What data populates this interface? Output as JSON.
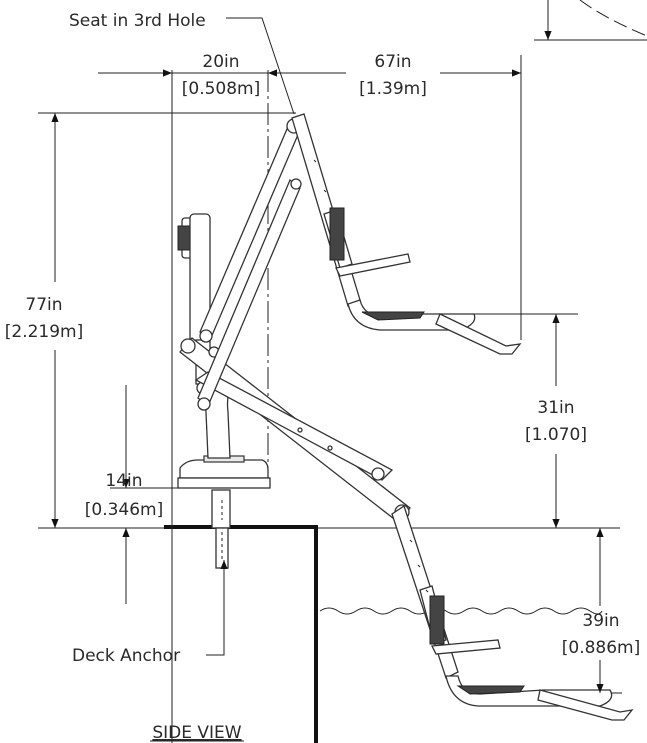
{
  "labels": {
    "seat_hole": "Seat in 3rd Hole",
    "deck_anchor": "Deck Anchor",
    "view_title": "SIDE VIEW"
  },
  "dimensions": {
    "offset_width": {
      "imperial": "20in",
      "metric": "[0.508m]"
    },
    "reach": {
      "imperial": "67in",
      "metric": "[1.39m]"
    },
    "overall_height": {
      "imperial": "77in",
      "metric": "[2.219m]"
    },
    "seat_above_deck": {
      "imperial": "31in",
      "metric": "[1.070]"
    },
    "base_height": {
      "imperial": "14in",
      "metric": "[0.346m]"
    },
    "seat_below_deck": {
      "imperial": "39in",
      "metric": "[0.886m]"
    }
  }
}
